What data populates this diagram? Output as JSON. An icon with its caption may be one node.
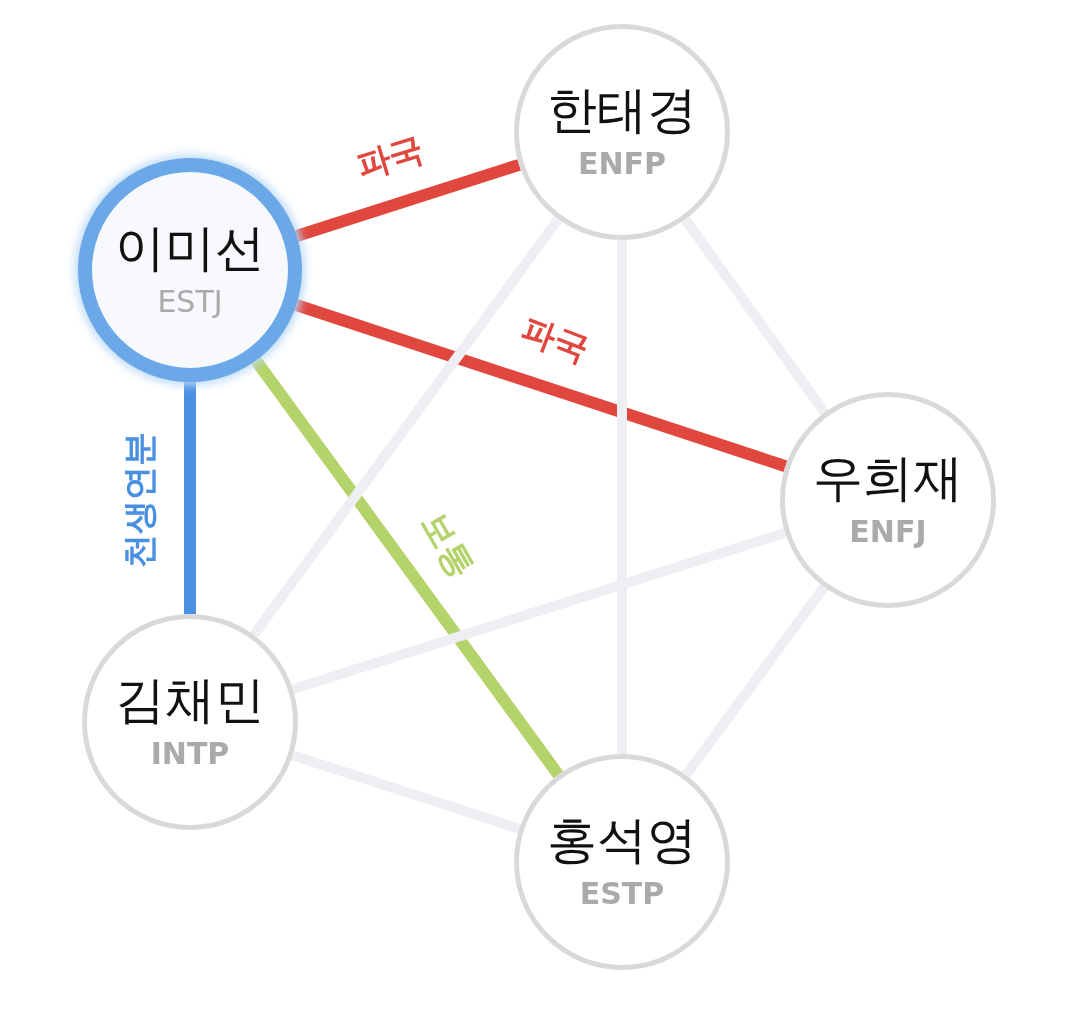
{
  "diagram": {
    "nodes": [
      {
        "text": [
          "이미선",
          "ESTJ"
        ]
      },
      {
        "text": [
          "한태경",
          "ENFP"
        ]
      },
      {
        "text": [
          "우희재",
          "ENFJ"
        ]
      },
      {
        "text": [
          "김채민",
          "INTP"
        ]
      },
      {
        "text": [
          "홍석영",
          "ESTP"
        ]
      }
    ],
    "edges": [
      {
        "from": 0,
        "to": 1,
        "arrow": "none",
        "label": "파국",
        "color": "#e0483f"
      },
      {
        "from": 0,
        "to": 2,
        "arrow": "none",
        "label": "파국",
        "color": "#e0483f"
      },
      {
        "from": 0,
        "to": 3,
        "arrow": "none",
        "label": "천생연분",
        "color": "#4a90e2"
      },
      {
        "from": 0,
        "to": 4,
        "arrow": "none",
        "label": "보통",
        "color": "#b5d36b"
      },
      {
        "from": 1,
        "to": 2,
        "arrow": "none"
      },
      {
        "from": 1,
        "to": 3,
        "arrow": "none"
      },
      {
        "from": 1,
        "to": 4,
        "arrow": "none"
      },
      {
        "from": 2,
        "to": 3,
        "arrow": "none"
      },
      {
        "from": 2,
        "to": 4,
        "arrow": "none"
      },
      {
        "from": 3,
        "to": 4,
        "arrow": "none"
      }
    ]
  }
}
